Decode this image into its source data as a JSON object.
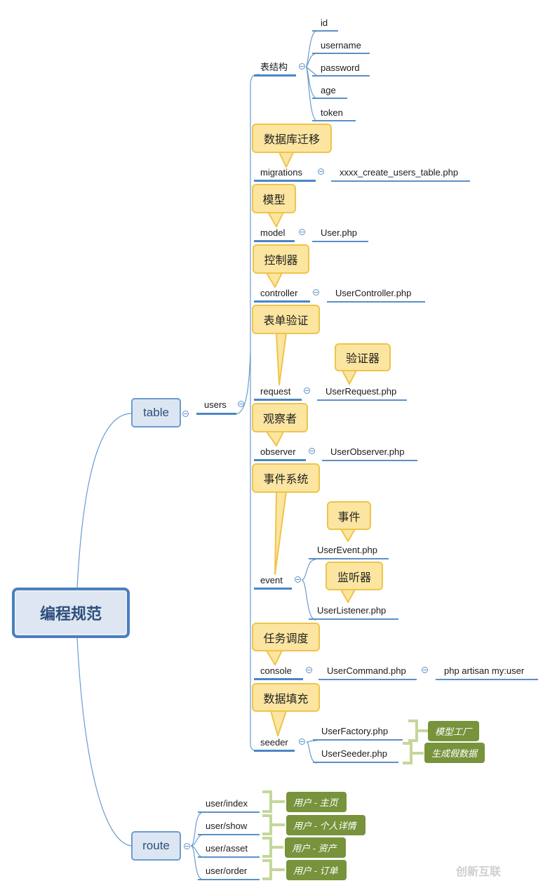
{
  "root": {
    "label": "编程规范"
  },
  "branches": {
    "table": "table",
    "route": "route"
  },
  "users": "users",
  "schema": {
    "label": "表结构",
    "fields": [
      "id",
      "username",
      "password",
      "age",
      "token"
    ]
  },
  "items": {
    "migrations": {
      "label": "migrations",
      "file": "xxxx_create_users_table.php",
      "note": "数据库迁移"
    },
    "model": {
      "label": "model",
      "file": "User.php",
      "note": "模型"
    },
    "controller": {
      "label": "controller",
      "file": "UserController.php",
      "note": "控制器"
    },
    "request": {
      "label": "request",
      "file": "UserRequest.php",
      "note": "表单验证",
      "file_note": "验证器"
    },
    "observer": {
      "label": "observer",
      "file": "UserObserver.php",
      "note": "观察者"
    },
    "event": {
      "label": "event",
      "note": "事件系统",
      "files": [
        "UserEvent.php",
        "UserListener.php"
      ],
      "file_notes": [
        "事件",
        "监听器"
      ]
    },
    "console": {
      "label": "console",
      "file": "UserCommand.php",
      "command": "php artisan my:user",
      "note": "任务调度"
    },
    "seeder": {
      "label": "seeder",
      "note": "数据填充",
      "files": [
        "UserFactory.php",
        "UserSeeder.php"
      ],
      "tags": [
        "模型工厂",
        "生成假数据"
      ]
    }
  },
  "routes": [
    {
      "path": "user/index",
      "tag": "用户 - 主页"
    },
    {
      "path": "user/show",
      "tag": "用户 - 个人详情"
    },
    {
      "path": "user/asset",
      "tag": "用户 - 资产"
    },
    {
      "path": "user/order",
      "tag": "用户 - 订单"
    }
  ],
  "watermark": "创新互联",
  "colors": {
    "line": "#6a9bd0",
    "callout_fill": "#fbe5a0",
    "callout_border": "#efc44a",
    "tag_fill": "#77933c",
    "bracket": "#c4d79b"
  }
}
